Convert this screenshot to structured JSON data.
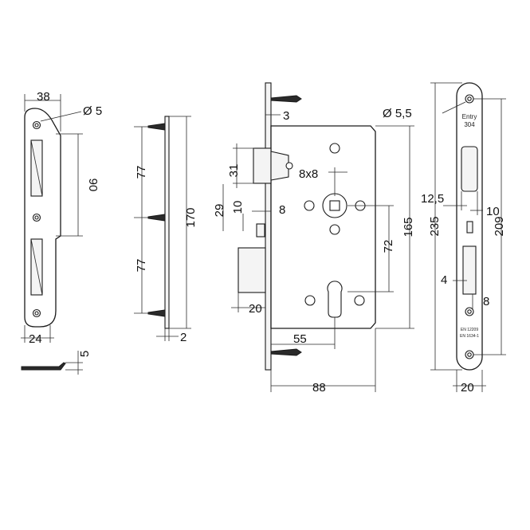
{
  "strike_plate": {
    "width": "38",
    "hole": "Ø 5",
    "height": "90",
    "tongue": "24",
    "thickness": "5"
  },
  "side_plate": {
    "upper_pitch": "77",
    "lower_pitch": "77",
    "length": "170",
    "thickness": "2"
  },
  "lock_body": {
    "plate_thickness": "3",
    "latch_height": "31",
    "spindle": "8x8",
    "bolt_offset": "29",
    "bolt_size": "10",
    "bolt_gap": "8",
    "centre_distance": "72",
    "case_height": "165",
    "deadbolt_offset": "20",
    "backset": "55",
    "depth": "88"
  },
  "faceplate": {
    "hole": "Ø 5,5",
    "marking_line1": "Entry",
    "marking_line2": "304",
    "cutout_width": "12,5",
    "cutout_gap": "10",
    "length": "235",
    "hole_spacing": "209",
    "slot_width": "4",
    "slot_height": "8",
    "standard_1": "EN 12209",
    "standard_2": "EN 1634-1",
    "width": "20"
  }
}
